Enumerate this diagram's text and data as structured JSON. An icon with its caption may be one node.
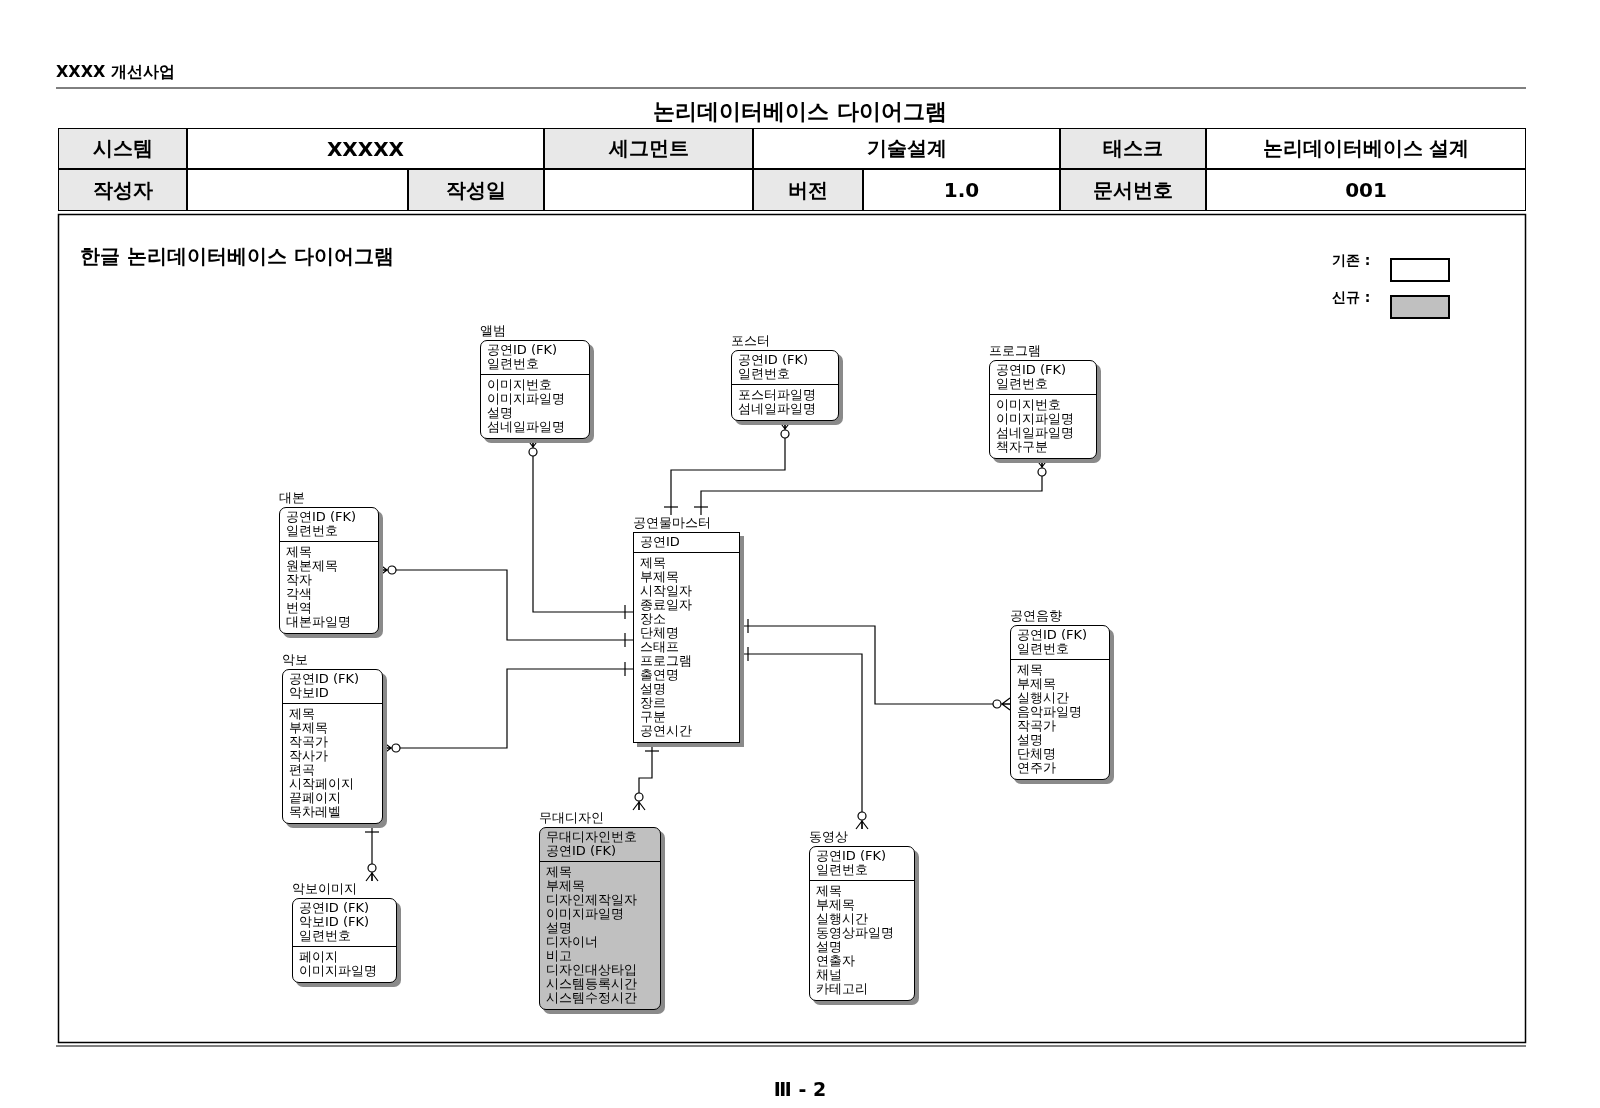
{
  "diagram": {
    "title": "논리데이터베이스 다이어그램",
    "nodes": [
      {
        "text": [
          "앨범",
          "공연ID (FK)",
          "일련번호",
          "이미지번호",
          "이미지파일명",
          "설명",
          "섬네일파일명"
        ]
      },
      {
        "text": [
          "포스터",
          "공연ID (FK)",
          "일련번호",
          "포스터파일명",
          "섬네일파일명"
        ]
      },
      {
        "text": [
          "프로그램",
          "공연ID (FK)",
          "일련번호",
          "이미지번호",
          "이미지파일명",
          "섬네일파일명",
          "책자구분"
        ]
      },
      {
        "text": [
          "대본",
          "공연ID (FK)",
          "일련번호",
          "제목",
          "원본제목",
          "작자",
          "각색",
          "번역",
          "대본파일명"
        ]
      },
      {
        "text": [
          "공연물마스터",
          "공연ID",
          "제목",
          "부제목",
          "시작일자",
          "종료일자",
          "장소",
          "단체명",
          "스태프",
          "프로그램",
          "출연명",
          "설명",
          "장르",
          "구분",
          "공연시간"
        ]
      },
      {
        "text": [
          "공연음향",
          "공연ID (FK)",
          "일련번호",
          "제목",
          "부제목",
          "실행시간",
          "음악파일명",
          "작곡가",
          "설명",
          "단체명",
          "연주가"
        ]
      },
      {
        "text": [
          "악보",
          "공연ID (FK)",
          "악보ID",
          "제목",
          "부제목",
          "작곡가",
          "작사가",
          "편곡",
          "시작페이지",
          "끝페이지",
          "목차레벨"
        ]
      },
      {
        "text": [
          "무대디자인",
          "무대디자인번호",
          "공연ID (FK)",
          "제목",
          "부제목",
          "디자인제작일자",
          "이미지파일명",
          "설명",
          "디자이너",
          "비고",
          "디자인대상타입",
          "시스템등록시간",
          "시스템수정시간"
        ]
      },
      {
        "text": [
          "동영상",
          "공연ID (FK)",
          "일련번호",
          "제목",
          "부제목",
          "실행시간",
          "동영상파일명",
          "설명",
          "연출자",
          "채널",
          "카테고리"
        ]
      },
      {
        "text": [
          "악보이미지",
          "공연ID (FK)",
          "악보ID (FK)",
          "일련번호",
          "페이지",
          "이미지파일명"
        ]
      }
    ],
    "edges": [
      {
        "from": 4,
        "to": 0,
        "arrow": "other"
      },
      {
        "from": 4,
        "to": 1,
        "arrow": "other"
      },
      {
        "from": 4,
        "to": 2,
        "arrow": "other"
      },
      {
        "from": 4,
        "to": 3,
        "arrow": "other"
      },
      {
        "from": 4,
        "to": 5,
        "arrow": "other"
      },
      {
        "from": 4,
        "to": 6,
        "arrow": "other"
      },
      {
        "from": 4,
        "to": 7,
        "arrow": "other"
      },
      {
        "from": 4,
        "to": 8,
        "arrow": "other"
      },
      {
        "from": 6,
        "to": 9,
        "arrow": "other"
      }
    ],
    "labels": [
      "XXXX 개선사업",
      "시스템",
      "XXXXX",
      "세그먼트",
      "기술설계",
      "태스크",
      "논리데이터베이스 설계",
      "작성자",
      "작성일",
      "버전",
      "1.0",
      "문서번호",
      "001",
      "한글 논리데이터베이스 다이어그램",
      "Ⅲ - 2"
    ],
    "legend": [
      {
        "text": "기존 :",
        "color": "#ffffff"
      },
      {
        "text": "신규 :",
        "color": "#c0c0c0"
      }
    ]
  }
}
